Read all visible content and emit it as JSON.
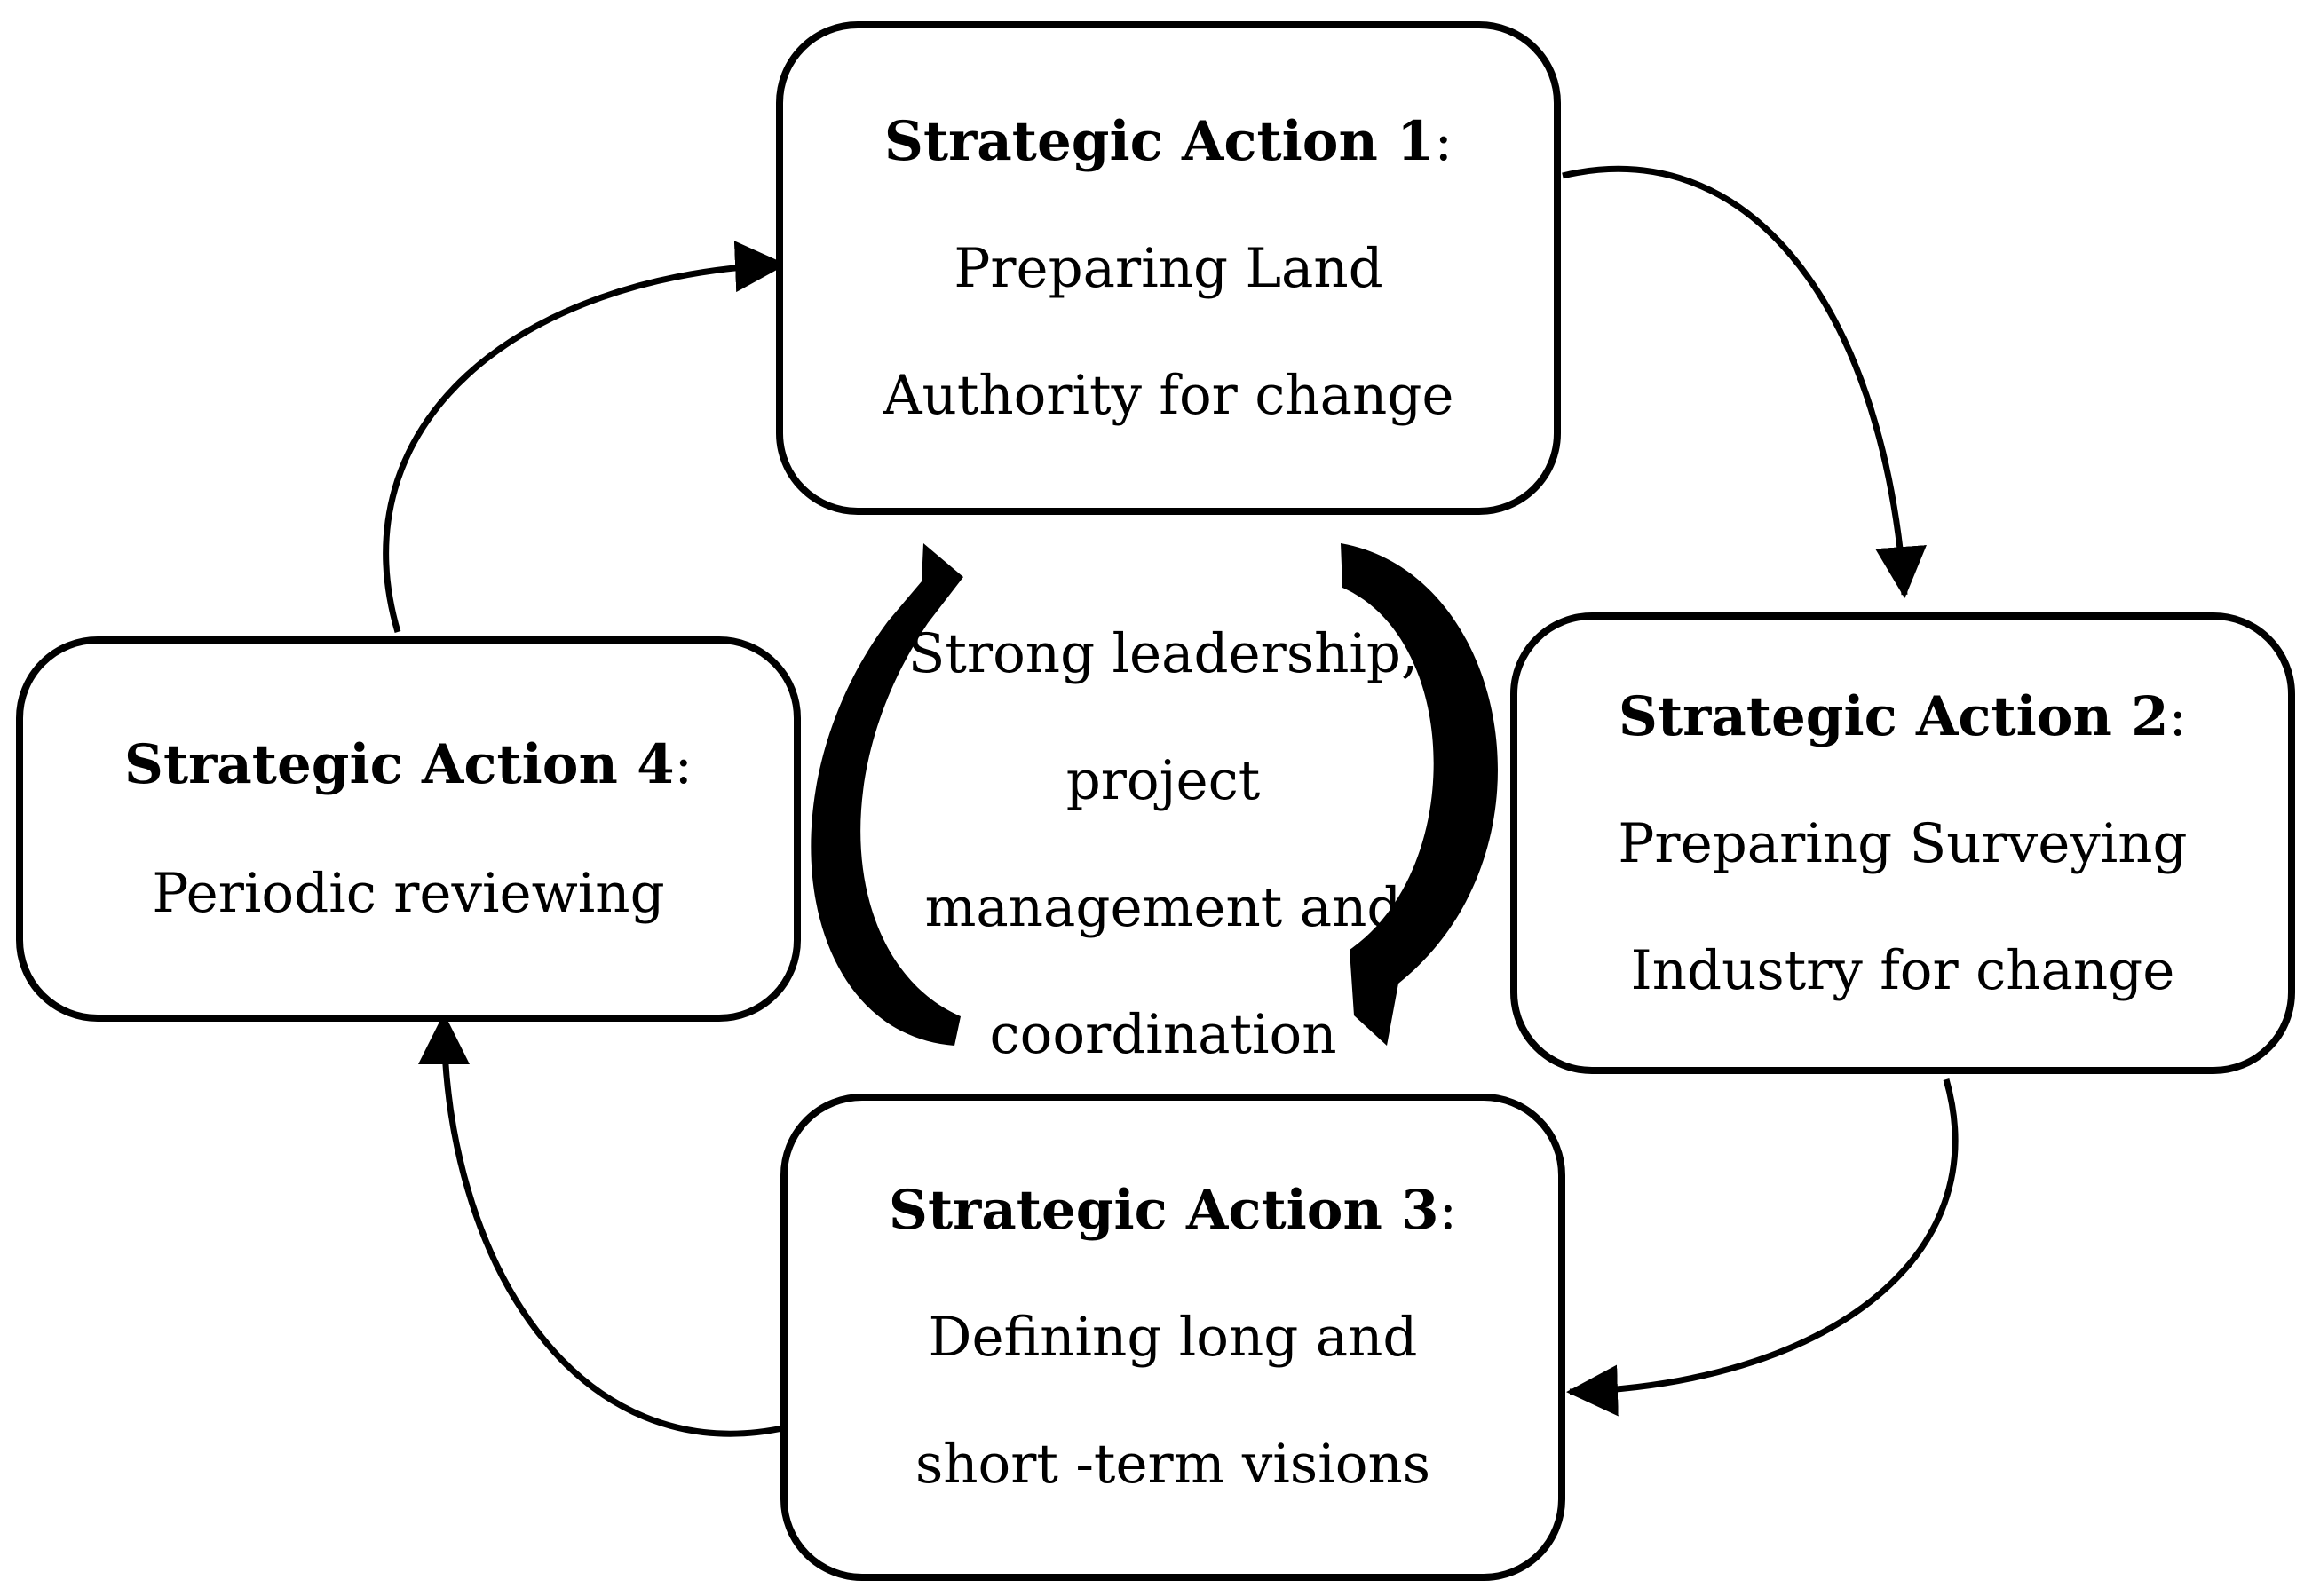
{
  "diagram": {
    "actions": [
      {
        "heading": "Strategic Action 1",
        "separator": ":",
        "lines": [
          "Preparing Land",
          "Authority for change"
        ]
      },
      {
        "heading": "Strategic Action 2",
        "separator": ":",
        "lines": [
          "Preparing Surveying",
          "Industry for change"
        ]
      },
      {
        "heading": "Strategic Action 3",
        "separator": ":",
        "lines": [
          "Defining long and",
          "short -term visions"
        ]
      },
      {
        "heading": "Strategic Action 4",
        "separator": ":",
        "lines": [
          "Periodic reviewing"
        ]
      }
    ],
    "center": {
      "lines": [
        "Strong leadership,",
        "project",
        "management and",
        "coordination"
      ]
    },
    "colors": {
      "stroke": "#000000",
      "background": "#ffffff"
    }
  }
}
